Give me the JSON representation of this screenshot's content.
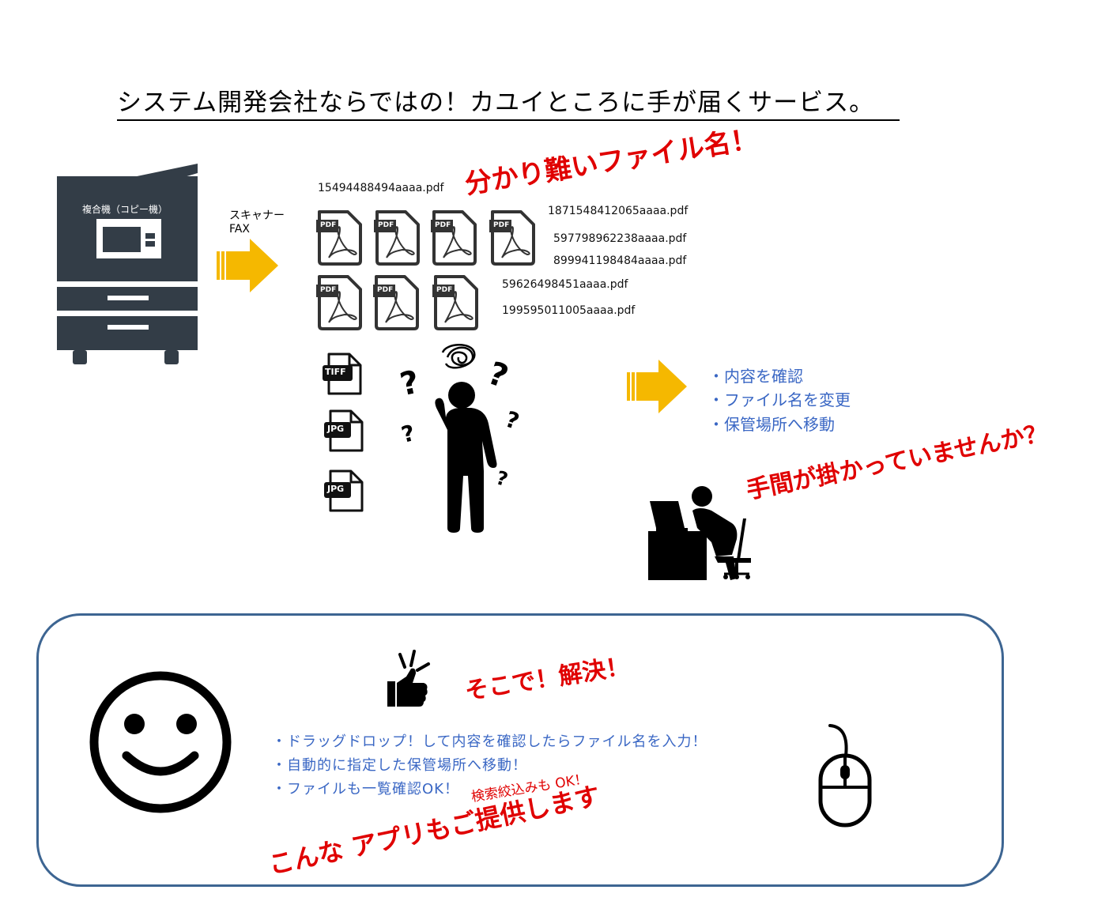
{
  "title": "システム開発会社ならではの！カユイところに手が届くサービス。",
  "copier": {
    "label": "複合機（コピー機）"
  },
  "scanner": {
    "line1": "スキャナー",
    "line2": "FAX"
  },
  "files": {
    "names": [
      "15494488494aaaa.pdf",
      "1871548412065aaaa.pdf",
      "597798962238aaaa.pdf",
      "899941198484aaaa.pdf",
      "59626498451aaaa.pdf",
      "199595011005aaaa.pdf"
    ],
    "pdf_badge": "PDF",
    "tiff_badge": "TIFF",
    "jpg_badge": "JPG"
  },
  "callouts": {
    "hard_names": "分かり難いファイル名！",
    "effort": "手間が掛かっていませんか？",
    "solve": "そこで！解決！",
    "app": "こんな アプリもご提供します",
    "filter": "検索絞込みも OK！"
  },
  "tasks": [
    "・内容を確認",
    "・ファイル名を変更",
    "・保管場所へ移動"
  ],
  "solution": [
    "・ドラッグドロップ！して内容を確認したらファイル名を入力！",
    "・自動的に指定した保管場所へ移動！",
    "・ファイルも一覧確認OK！"
  ],
  "colors": {
    "red": "#e00000",
    "blue": "#3a67c4",
    "panel_border": "#3d6592",
    "arrow": "#f5b800",
    "copier": "#333d47"
  }
}
